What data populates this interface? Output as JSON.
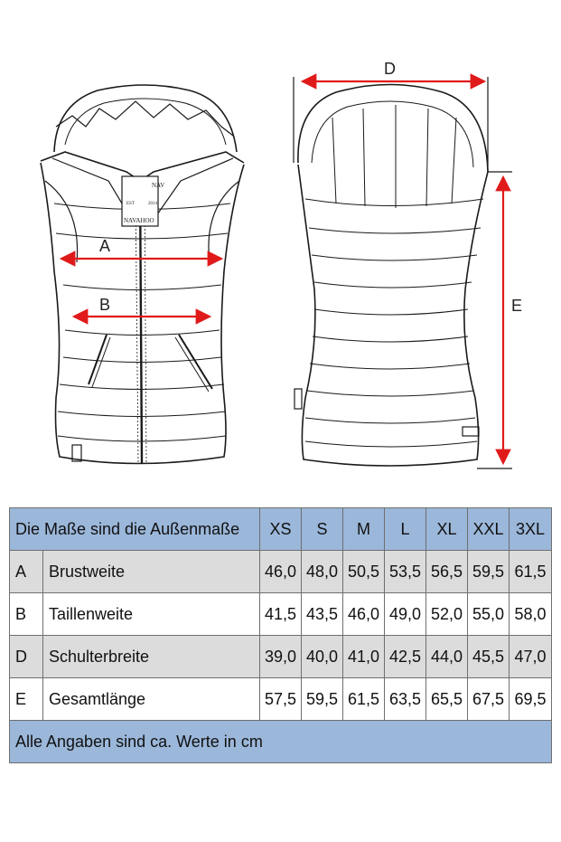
{
  "labels": {
    "a": "A",
    "b": "B",
    "d": "D",
    "e": "E"
  },
  "garment_tags": {
    "brand": "NAVAHOO",
    "est": "EST",
    "year": "2014",
    "tab": "NAV"
  },
  "colors": {
    "arrow": "#e01a1a",
    "header_bg": "#9bb7da",
    "row_grey": "#dcdcdc",
    "border": "#6f6f6f"
  },
  "table": {
    "title": "Die Maße sind die Außenmaße",
    "sizes": [
      "XS",
      "S",
      "M",
      "L",
      "XL",
      "XXL",
      "3XL"
    ],
    "rows": [
      {
        "code": "A",
        "name": "Brustweite",
        "values": [
          "46,0",
          "48,0",
          "50,5",
          "53,5",
          "56,5",
          "59,5",
          "61,5"
        ]
      },
      {
        "code": "B",
        "name": "Taillenweite",
        "values": [
          "41,5",
          "43,5",
          "46,0",
          "49,0",
          "52,0",
          "55,0",
          "58,0"
        ]
      },
      {
        "code": "D",
        "name": "Schulterbreite",
        "values": [
          "39,0",
          "40,0",
          "41,0",
          "42,5",
          "44,0",
          "45,5",
          "47,0"
        ]
      },
      {
        "code": "E",
        "name": "Gesamtlänge",
        "values": [
          "57,5",
          "59,5",
          "61,5",
          "63,5",
          "65,5",
          "67,5",
          "69,5"
        ]
      }
    ],
    "footer": "Alle Angaben sind ca. Werte in cm"
  }
}
